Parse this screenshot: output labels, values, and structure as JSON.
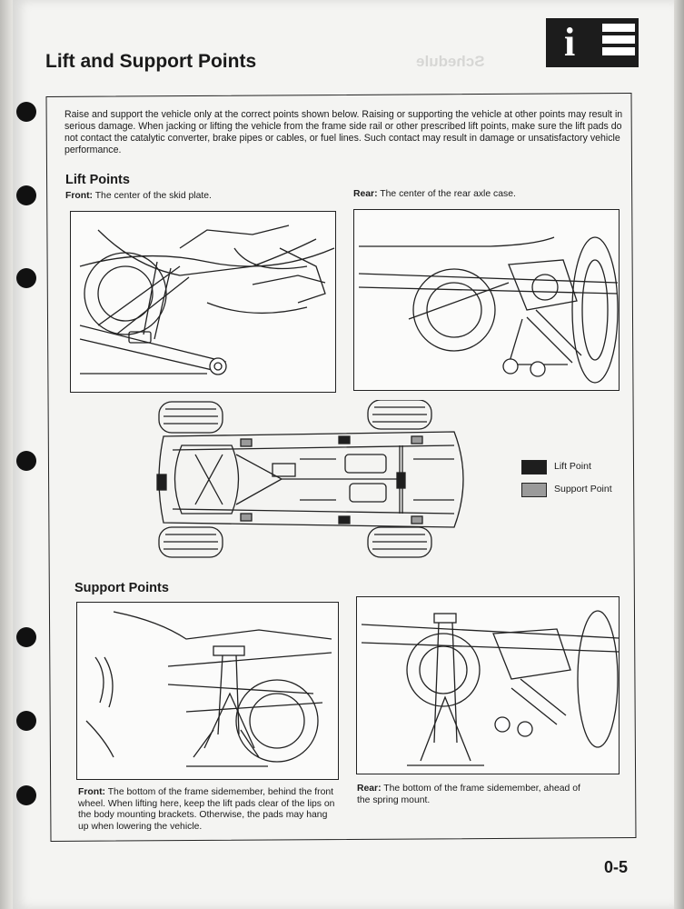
{
  "page": {
    "title": "Lift and Support Points",
    "page_number": "0-5"
  },
  "intro_text": "Raise and support the vehicle only at the correct points shown below. Raising or supporting the vehicle at other points may result in serious damage. When jacking or lifting the vehicle from the frame side rail or other prescribed lift points, make sure the lift pads do not contact the catalytic converter, brake pipes or cables, or fuel lines. Such contact may result in damage or unsatisfactory vehicle performance.",
  "lift_points": {
    "heading": "Lift Points",
    "front": {
      "label": "Front:",
      "text": " The center of the skid plate."
    },
    "rear": {
      "label": "Rear:",
      "text": " The center of the rear axle case."
    }
  },
  "legend": {
    "lift_point": {
      "label": "Lift Point",
      "color": "#1e1e1e"
    },
    "support_point": {
      "label": "Support Point",
      "color": "#9a9a9a"
    }
  },
  "support_points": {
    "heading": "Support Points",
    "front": {
      "label": "Front:",
      "text": " The bottom of the frame sidemember, behind the front wheel. When lifting here, keep the lift pads clear of the lips on the body mounting brackets. Otherwise, the pads may hang up when lowering the vehicle."
    },
    "rear": {
      "label": "Rear:",
      "text": " The bottom of the frame sidemember, ahead of the spring mount."
    }
  },
  "icons": {
    "tab": "info-icon",
    "holes": "binder-hole"
  }
}
